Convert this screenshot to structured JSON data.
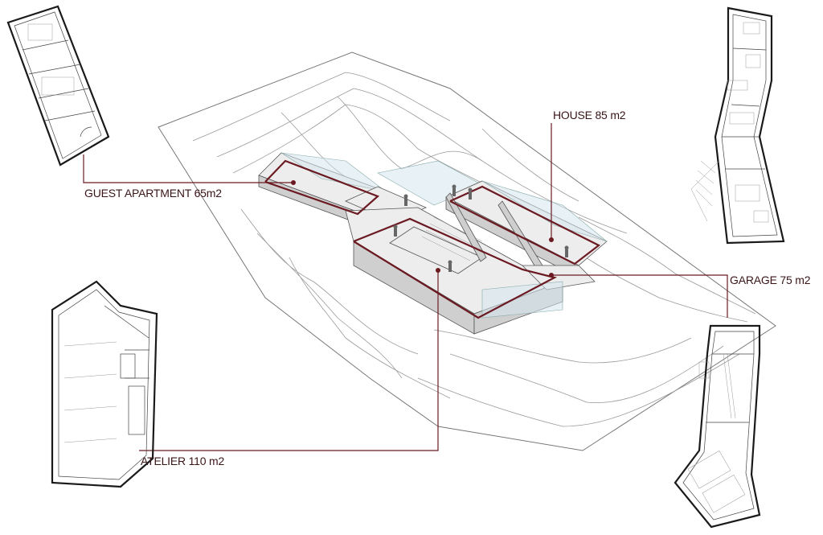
{
  "labels": {
    "guest": "GUEST APARTMENT 65m2",
    "house": "HOUSE 85 m2",
    "garage": "GARAGE 75 m2",
    "atelier": "ATELIER 110 m2"
  },
  "colors": {
    "accent": "#6b1a22",
    "label_text": "#3a1518",
    "line": "#1a1a1a"
  }
}
